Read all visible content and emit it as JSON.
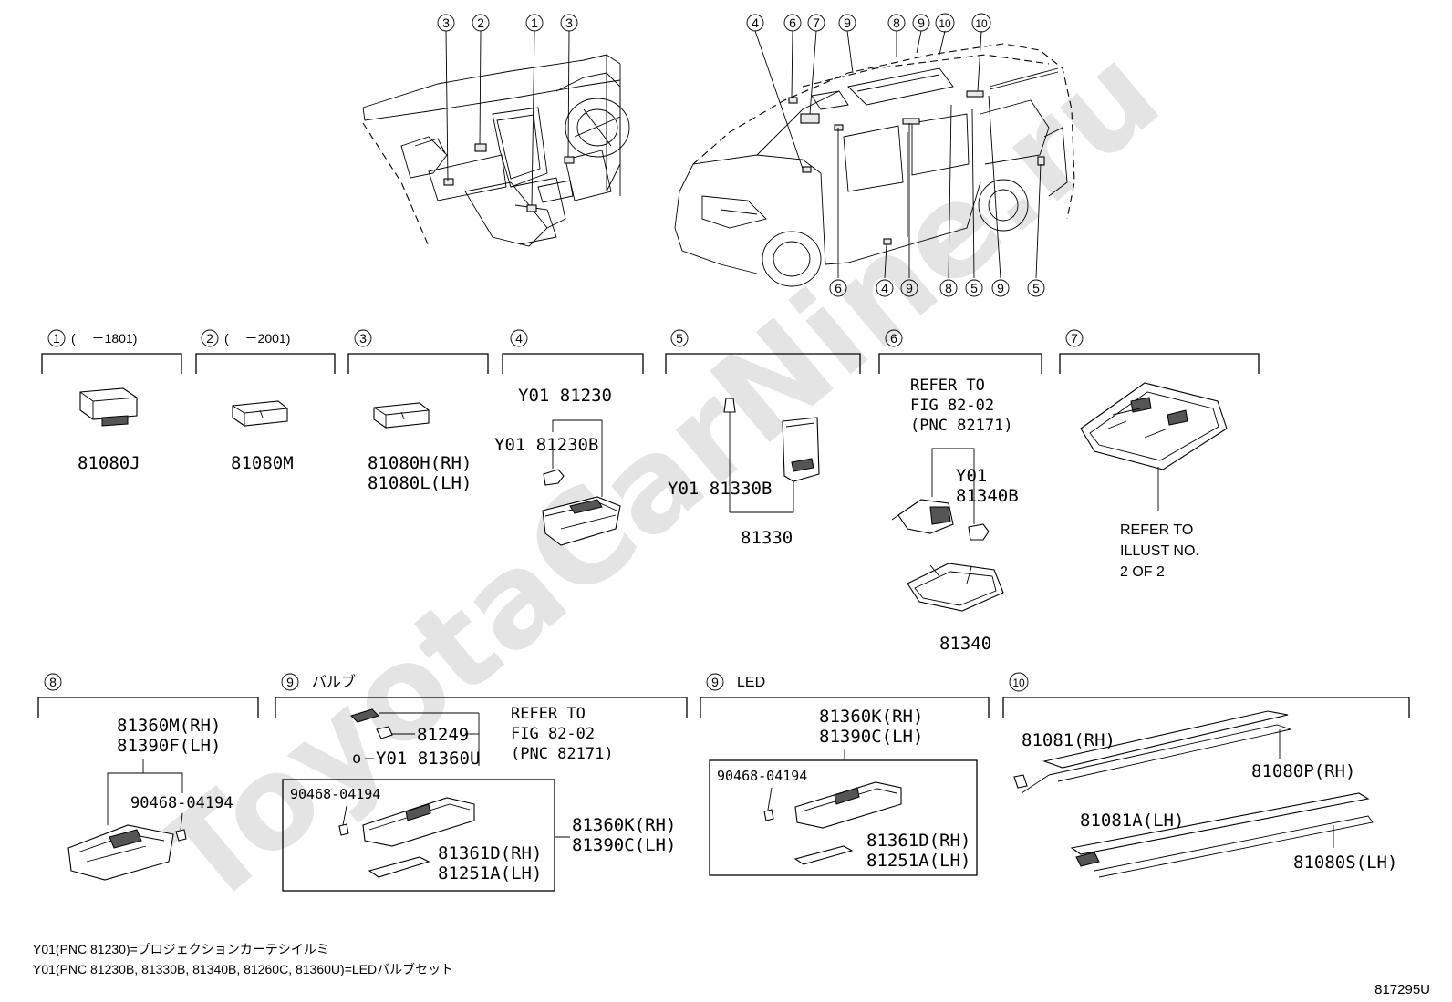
{
  "watermark": "ToyotaCarNine.ru",
  "overview": {
    "dash_callouts": [
      "3",
      "2",
      "1",
      "3"
    ],
    "car_top_callouts": [
      "4",
      "6",
      "7",
      "9",
      "8",
      "9",
      "10",
      "10"
    ],
    "car_bottom_callouts": [
      "6",
      "4",
      "9",
      "8",
      "5",
      "9",
      "5"
    ]
  },
  "groups": [
    {
      "num": "1",
      "note": "(　 －1801)",
      "parts": [
        "81080J"
      ]
    },
    {
      "num": "2",
      "note": "(　 －2001)",
      "parts": [
        "81080M"
      ]
    },
    {
      "num": "3",
      "note": "",
      "parts": [
        "81080H(RH)",
        "81080L(LH)"
      ]
    },
    {
      "num": "4",
      "note": "",
      "parts": [
        "Y01 81230",
        "Y01 81230B"
      ]
    },
    {
      "num": "5",
      "note": "",
      "parts": [
        "Y01 81330B",
        "81330"
      ]
    },
    {
      "num": "6",
      "note": "",
      "refer": [
        "REFER TO",
        "FIG 82-02",
        "(PNC 82171)"
      ],
      "parts": [
        "Y01",
        "81340B",
        "81340"
      ]
    },
    {
      "num": "7",
      "note": "",
      "refer": [
        "REFER TO",
        "ILLUST NO.",
        "2 OF 2"
      ],
      "parts": []
    },
    {
      "num": "8",
      "note": "",
      "parts": [
        "81360M(RH)",
        "81390F(LH)",
        "90468-04194"
      ]
    },
    {
      "num": "9",
      "note": "バルブ",
      "refer": [
        "REFER TO",
        "FIG 82-02",
        "(PNC 82171)"
      ],
      "parts": [
        "81249",
        "Y01 81360U",
        "90468-04194",
        "81360K(RH)",
        "81390C(LH)",
        "81361D(RH)",
        "81251A(LH)"
      ]
    },
    {
      "num": "9",
      "note": "LED",
      "parts": [
        "81360K(RH)",
        "81390C(LH)",
        "90468-04194",
        "81361D(RH)",
        "81251A(LH)"
      ]
    },
    {
      "num": "10",
      "note": "",
      "parts": [
        "81081(RH)",
        "81080P(RH)",
        "81081A(LH)",
        "81080S(LH)"
      ]
    }
  ],
  "footnotes": [
    "Y01(PNC 81230)=プロジェクションカーテシイルミ",
    "Y01(PNC 81230B, 81330B, 81340B, 81260C, 81360U)=LEDバルブセット"
  ],
  "figure_id": "817295U"
}
